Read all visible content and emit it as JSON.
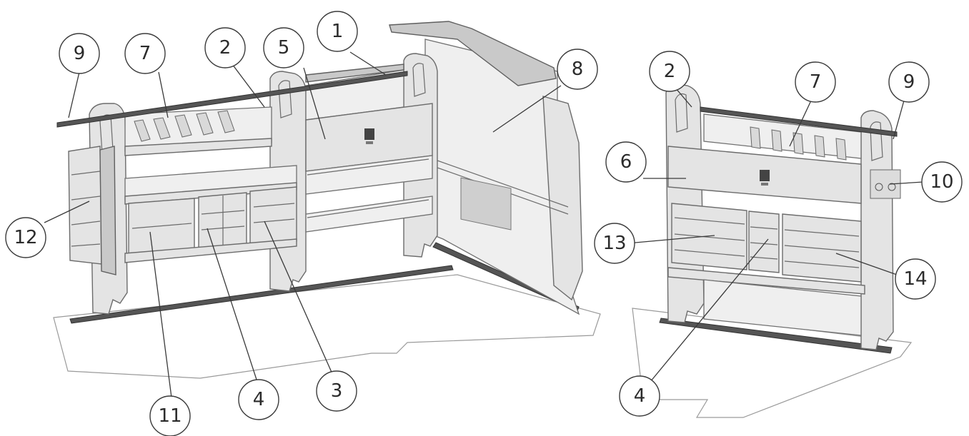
{
  "callouts": {
    "left": {
      "c1": "1",
      "c2": "2",
      "c3": "3",
      "c4": "4",
      "c5": "5",
      "c7": "7",
      "c8": "8",
      "c9": "9",
      "c11": "11",
      "c12": "12"
    },
    "right": {
      "c2": "2",
      "c4": "4",
      "c6": "6",
      "c7": "7",
      "c9": "9",
      "c10": "10",
      "c13": "13",
      "c14": "14"
    }
  },
  "colors": {
    "panel": "#e4e4e4",
    "outline": "#6b6b6b",
    "callout_stroke": "#3a3a3a",
    "background": "#ffffff"
  }
}
